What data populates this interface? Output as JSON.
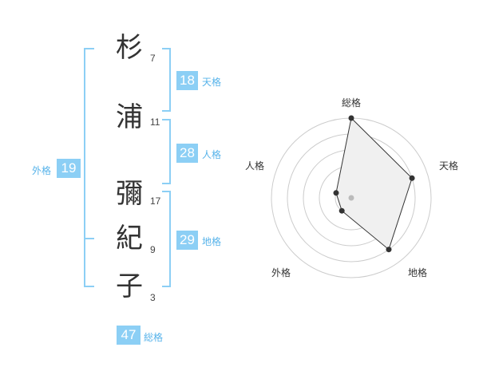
{
  "name_chars": [
    {
      "char": "杉",
      "strokes": "7"
    },
    {
      "char": "浦",
      "strokes": "11"
    },
    {
      "char": "彌",
      "strokes": "17"
    },
    {
      "char": "紀",
      "strokes": "9"
    },
    {
      "char": "子",
      "strokes": "3"
    }
  ],
  "fortunes": {
    "tenkaku": {
      "value": "18",
      "label": "天格"
    },
    "jinkaku": {
      "value": "28",
      "label": "人格"
    },
    "chikaku": {
      "value": "29",
      "label": "地格"
    },
    "gaikaku": {
      "value": "19",
      "label": "外格"
    },
    "soukaku": {
      "value": "47",
      "label": "総格"
    }
  },
  "colors": {
    "accent": "#8ccff5",
    "accent_text": "#57b3ea",
    "bracket": "#8ccff5",
    "radar_fill": "#f0f0f0",
    "radar_line": "#333333",
    "grid": "#cccccc",
    "center_dot": "#bbbbbb"
  },
  "chart_data": {
    "type": "radar",
    "axes": [
      "総格",
      "天格",
      "地格",
      "外格",
      "人格"
    ],
    "values": [
      5,
      4,
      4,
      1,
      1
    ],
    "max": 5,
    "rings": 5
  }
}
